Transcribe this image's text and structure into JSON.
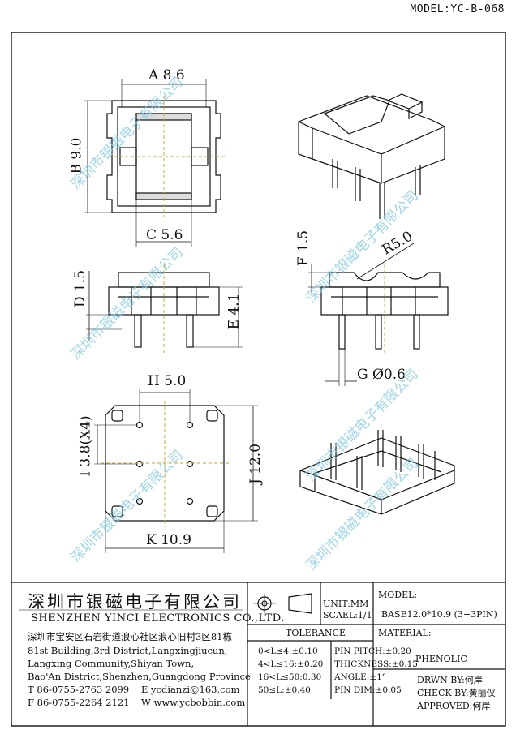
{
  "model_top": "MODEL:YC-B-068",
  "watermark": "深圳市银磁电子有限公司",
  "dims": {
    "a": "A 8.6",
    "b": "B 9.0",
    "c": "C 5.6",
    "d": "D 1.5",
    "e": "E 4.1",
    "f": "F 1.5",
    "r": "R5.0",
    "g": "G Ø0.6",
    "h": "H 5.0",
    "i": "I 3.8(X4)",
    "j": "J 12.0",
    "k": "K 10.9"
  },
  "title_block": {
    "company_cn": "深圳市银磁电子有限公司",
    "company_en": "SHENZHEN YINCI ELECTRONICS CO.,LTD.",
    "address_cn": "深圳市宝安区石岩街道浪心社区浪心旧村3区81栋",
    "address_en": [
      "81st Building,3rd District,Langxingjiucun,",
      "Langxing Community,Shiyan Town,",
      "Bao'An District,Shenzhen,Guangdong Province"
    ],
    "tel": "T 86-0755-2763 2099",
    "email": "E ycdianzi@163.com",
    "fax": "F 86-0755-2264 2121",
    "web": "W www.ycbobbin.com",
    "unit": "UNIT:MM",
    "scale": "SCAEL:1/1",
    "model_label": "MODEL:",
    "model_value": "BASE12.0*10.9 (3+3PIN)",
    "tolerance_label": "TOLERANCE",
    "tol_left": [
      "0<L≤4:±0.10",
      "4<L≤16:±0.20",
      "16<L≤50:0.30",
      "50≤L:±0.40"
    ],
    "tol_right": [
      "PIN PITCH:±0.20",
      "THICKNESS:±0.15",
      "ANGLE:±1°",
      "PIN DIM:±0.05"
    ],
    "material_label": "MATERIAL:",
    "material_value": "PHENOLIC",
    "drawn_by": "DRWN BY:何岸",
    "check_by": "CHECK BY:黄丽仪",
    "approved": "APPROVED:何岸"
  }
}
